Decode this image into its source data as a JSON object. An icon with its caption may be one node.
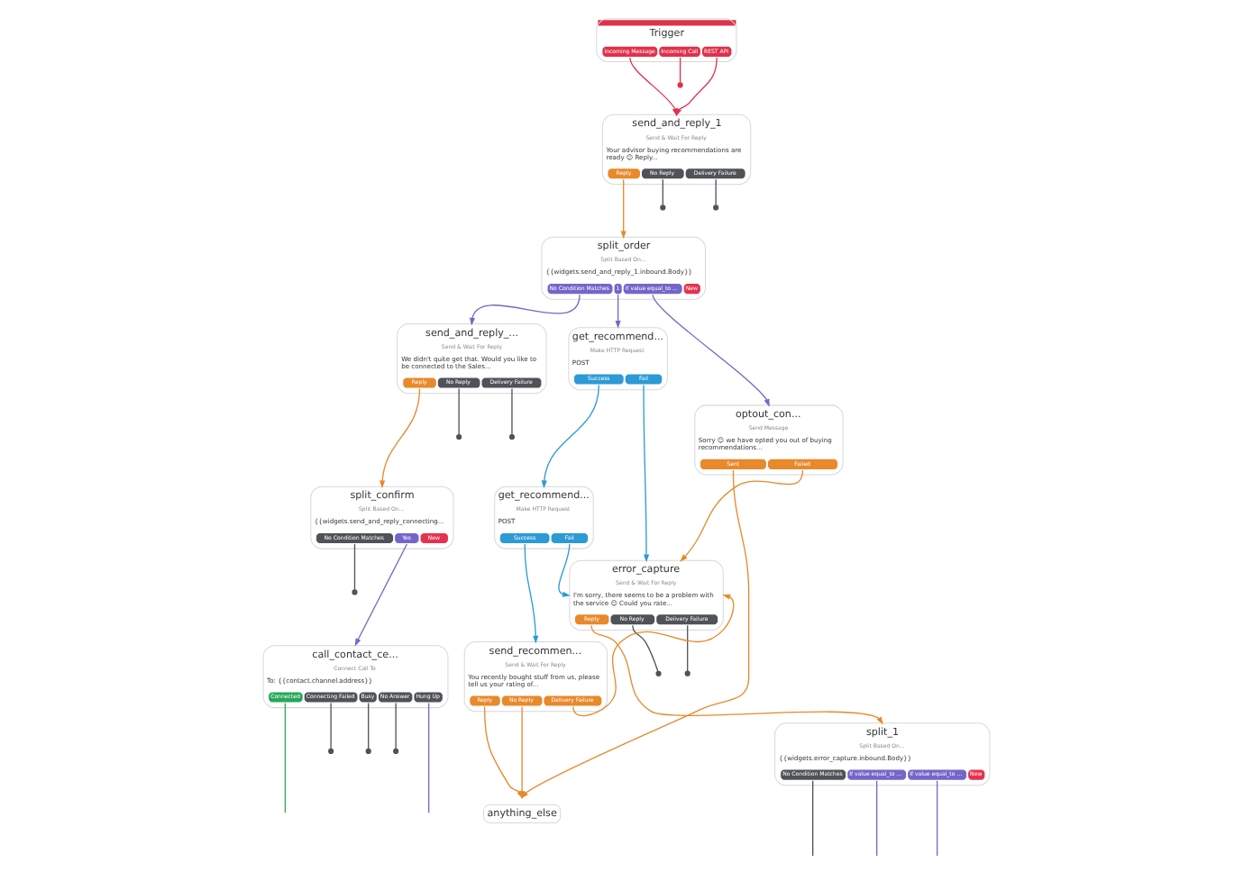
{
  "diagram": {
    "nodes": [
      {
        "text": [
          "Trigger",
          "Incoming Message",
          "Incoming Call",
          "REST API"
        ]
      },
      {
        "text": [
          "send_and_reply_1",
          "Send & Wait For Reply",
          "Your advisor buying recommendations are ready 😊 Reply...",
          "Reply",
          "No Reply",
          "Delivery Failure"
        ]
      },
      {
        "text": [
          "split_order",
          "Split Based On...",
          "{{widgets.send_and_reply_1.inbound.Body}}",
          "No Condition Matches",
          "1",
          "If value equal_to ...",
          "New"
        ]
      },
      {
        "text": [
          "send_and_reply_...",
          "Send & Wait For Reply",
          "We didn't quite get that. Would you like to be connected to the Sales...",
          "Reply",
          "No Reply",
          "Delivery Failure"
        ]
      },
      {
        "text": [
          "get_recommend...",
          "Make HTTP Request",
          "POST",
          "Success",
          "Fail"
        ]
      },
      {
        "text": [
          "optout_con...",
          "Send Message",
          "Sorry 😊 we have opted you out of buying recommendations...",
          "Sent",
          "Failed"
        ]
      },
      {
        "text": [
          "split_confirm",
          "Split Based On...",
          "{{widgets.send_and_reply_connecting...",
          "No Condition Matches",
          "Yes",
          "New"
        ]
      },
      {
        "text": [
          "error_capture",
          "Send & Wait For Reply",
          "I'm sorry, there seems to be a problem with the service 😊 Could you rate...",
          "Reply",
          "No Reply",
          "Delivery Failure"
        ]
      },
      {
        "text": [
          "get_recommend...",
          "Make HTTP Request",
          "POST",
          "Success",
          "Fail"
        ]
      },
      {
        "text": [
          "send_recommen...",
          "Send & Wait For Reply",
          "You recently bought stuff from us, please tell us your rating of...",
          "Reply",
          "No Reply",
          "Delivery Failure"
        ]
      },
      {
        "text": [
          "call_contact_ce...",
          "Connect Call To",
          "To: {{contact.channel.address}}",
          "Connected",
          "Connecting Failed",
          "Busy",
          "No Answer",
          "Hung Up"
        ]
      },
      {
        "text": [
          "split_1",
          "Split Based On...",
          "{{widgets.error_capture.inbound.Body}}",
          "No Condition Matches",
          "If value equal_to ...",
          "If value equal_to ...",
          "New"
        ]
      },
      {
        "text": [
          "anything_else"
        ]
      }
    ],
    "edges": [
      {
        "from": 0,
        "to": 1,
        "arrow": "to",
        "color": "#e0314b"
      },
      {
        "from": 0,
        "to": null,
        "arrow": "other",
        "color": "#e0314b"
      },
      {
        "from": 0,
        "to": 1,
        "arrow": "to",
        "color": "#e0314b"
      },
      {
        "from": 1,
        "to": 2,
        "arrow": "to",
        "color": "#e8892b"
      },
      {
        "from": 1,
        "to": null,
        "arrow": "other"
      },
      {
        "from": 1,
        "to": null,
        "arrow": "other"
      },
      {
        "from": 2,
        "to": 3,
        "arrow": "to",
        "color": "#7466c8"
      },
      {
        "from": 2,
        "to": 4,
        "arrow": "to",
        "color": "#7466c8"
      },
      {
        "from": 2,
        "to": 5,
        "arrow": "to",
        "color": "#7466c8"
      },
      {
        "from": 3,
        "to": 6,
        "arrow": "to",
        "color": "#e8892b"
      },
      {
        "from": 3,
        "to": null,
        "arrow": "other"
      },
      {
        "from": 3,
        "to": null,
        "arrow": "other"
      },
      {
        "from": 4,
        "to": 8,
        "arrow": "to",
        "color": "#2c9ad6"
      },
      {
        "from": 4,
        "to": 7,
        "arrow": "to",
        "color": "#2c9ad6"
      },
      {
        "from": 5,
        "to": 12,
        "arrow": "to",
        "color": "#e8892b"
      },
      {
        "from": 5,
        "to": 7,
        "arrow": "to",
        "color": "#e8892b"
      },
      {
        "from": 6,
        "to": null,
        "arrow": "other"
      },
      {
        "from": 6,
        "to": 10,
        "arrow": "to",
        "color": "#7466c8"
      },
      {
        "from": 7,
        "to": 11,
        "arrow": "to",
        "color": "#e8892b"
      },
      {
        "from": 7,
        "to": null,
        "arrow": "other"
      },
      {
        "from": 7,
        "to": null,
        "arrow": "other"
      },
      {
        "from": 8,
        "to": 9,
        "arrow": "to",
        "color": "#2c9ad6"
      },
      {
        "from": 8,
        "to": 7,
        "arrow": "to",
        "color": "#2c9ad6"
      },
      {
        "from": 9,
        "to": 12,
        "arrow": "to",
        "color": "#e8892b"
      },
      {
        "from": 9,
        "to": 12,
        "arrow": "to",
        "color": "#e8892b"
      },
      {
        "from": 9,
        "to": 7,
        "arrow": "to",
        "color": "#e8892b"
      },
      {
        "from": 10,
        "to": null,
        "arrow": "none",
        "color": "#27a85a"
      },
      {
        "from": 10,
        "to": null,
        "arrow": "none",
        "color": "#7466c8"
      },
      {
        "from": 10,
        "to": null,
        "arrow": "other"
      },
      {
        "from": 10,
        "to": null,
        "arrow": "other"
      },
      {
        "from": 10,
        "to": null,
        "arrow": "other"
      },
      {
        "from": 11,
        "to": null,
        "arrow": "none"
      },
      {
        "from": 11,
        "to": null,
        "arrow": "none",
        "color": "#7466c8"
      },
      {
        "from": 11,
        "to": null,
        "arrow": "none",
        "color": "#7466c8"
      }
    ]
  }
}
